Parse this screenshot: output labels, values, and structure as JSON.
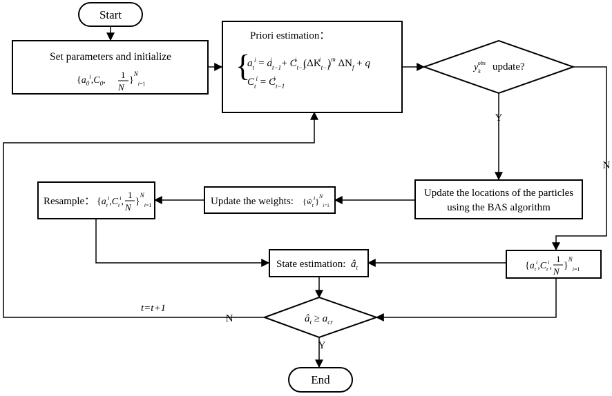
{
  "nodes": {
    "start": "Start",
    "end": "End",
    "init_title": "Set parameters and initialize",
    "prior_title": "Priori estimation：",
    "obs_symbol": "y",
    "obs_sup": "obs",
    "obs_sub": "k",
    "obs_update": "update?",
    "bas_line1": "Update the locations of the particles",
    "bas_line2": "using the BAS algorithm",
    "weights_label": "Update the weights:",
    "resample_label": "Resample：",
    "state_label": "State estimation:",
    "crit_sub": "cr"
  },
  "edge_labels": {
    "y_obs": "Y",
    "n_obs": "N",
    "n_crit": "N",
    "y_crit": "Y",
    "increment": "t=t+1"
  }
}
